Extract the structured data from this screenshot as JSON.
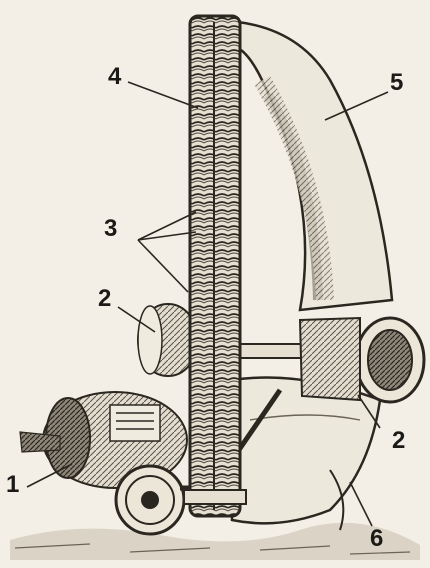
{
  "colors": {
    "paper": "#f3efe6",
    "ink": "#2a2620",
    "shade": "#7d7568",
    "light": "#e3ddd0"
  },
  "callouts": [
    {
      "id": "1",
      "text": "1"
    },
    {
      "id": "2a",
      "text": "2"
    },
    {
      "id": "2b",
      "text": "2"
    },
    {
      "id": "3",
      "text": "3"
    },
    {
      "id": "4",
      "text": "4"
    },
    {
      "id": "5",
      "text": "5"
    },
    {
      "id": "6",
      "text": "6"
    }
  ]
}
